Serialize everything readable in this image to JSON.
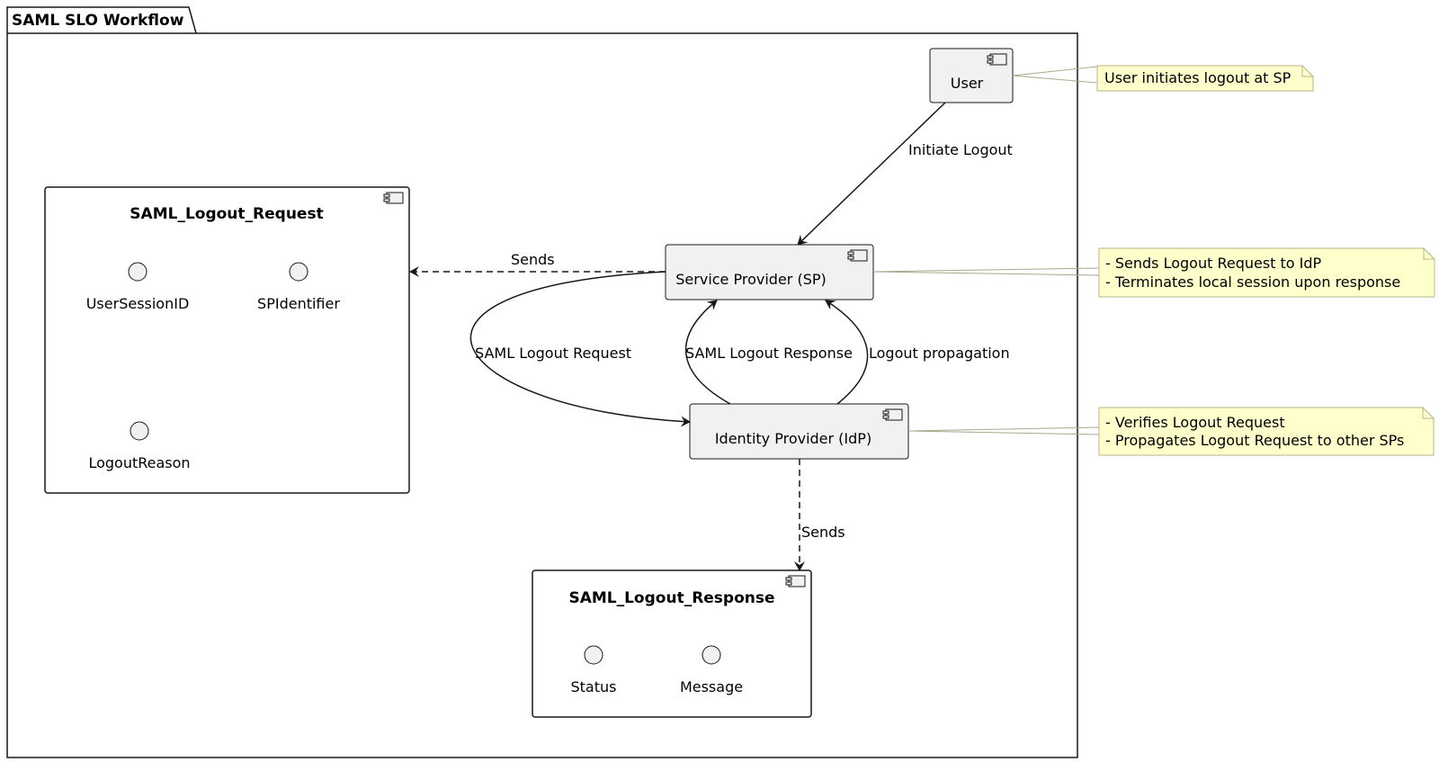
{
  "package": {
    "title": "SAML SLO Workflow"
  },
  "components": {
    "user": "User",
    "sp": "Service Provider (SP)",
    "idp": "Identity Provider (IdP)"
  },
  "request_group": {
    "title": "SAML_Logout_Request",
    "fields": [
      "UserSessionID",
      "SPIdentifier",
      "LogoutReason"
    ]
  },
  "response_group": {
    "title": "SAML_Logout_Response",
    "fields": [
      "Status",
      "Message"
    ]
  },
  "edges": {
    "initiate_logout": "Initiate Logout",
    "sp_sends": "Sends",
    "saml_logout_request": "SAML Logout Request",
    "saml_logout_response": "SAML Logout Response",
    "logout_propagation": "Logout propagation",
    "idp_sends": "Sends"
  },
  "notes": {
    "user": [
      "User initiates logout at SP"
    ],
    "sp": [
      "- Sends Logout Request to IdP",
      "- Terminates local session upon response"
    ],
    "idp": [
      "- Verifies Logout Request",
      "- Propagates Logout Request to other SPs"
    ]
  },
  "colors": {
    "component_fill": "#f1f1f1",
    "note_fill": "#ffffcc",
    "stroke": "#181818"
  }
}
